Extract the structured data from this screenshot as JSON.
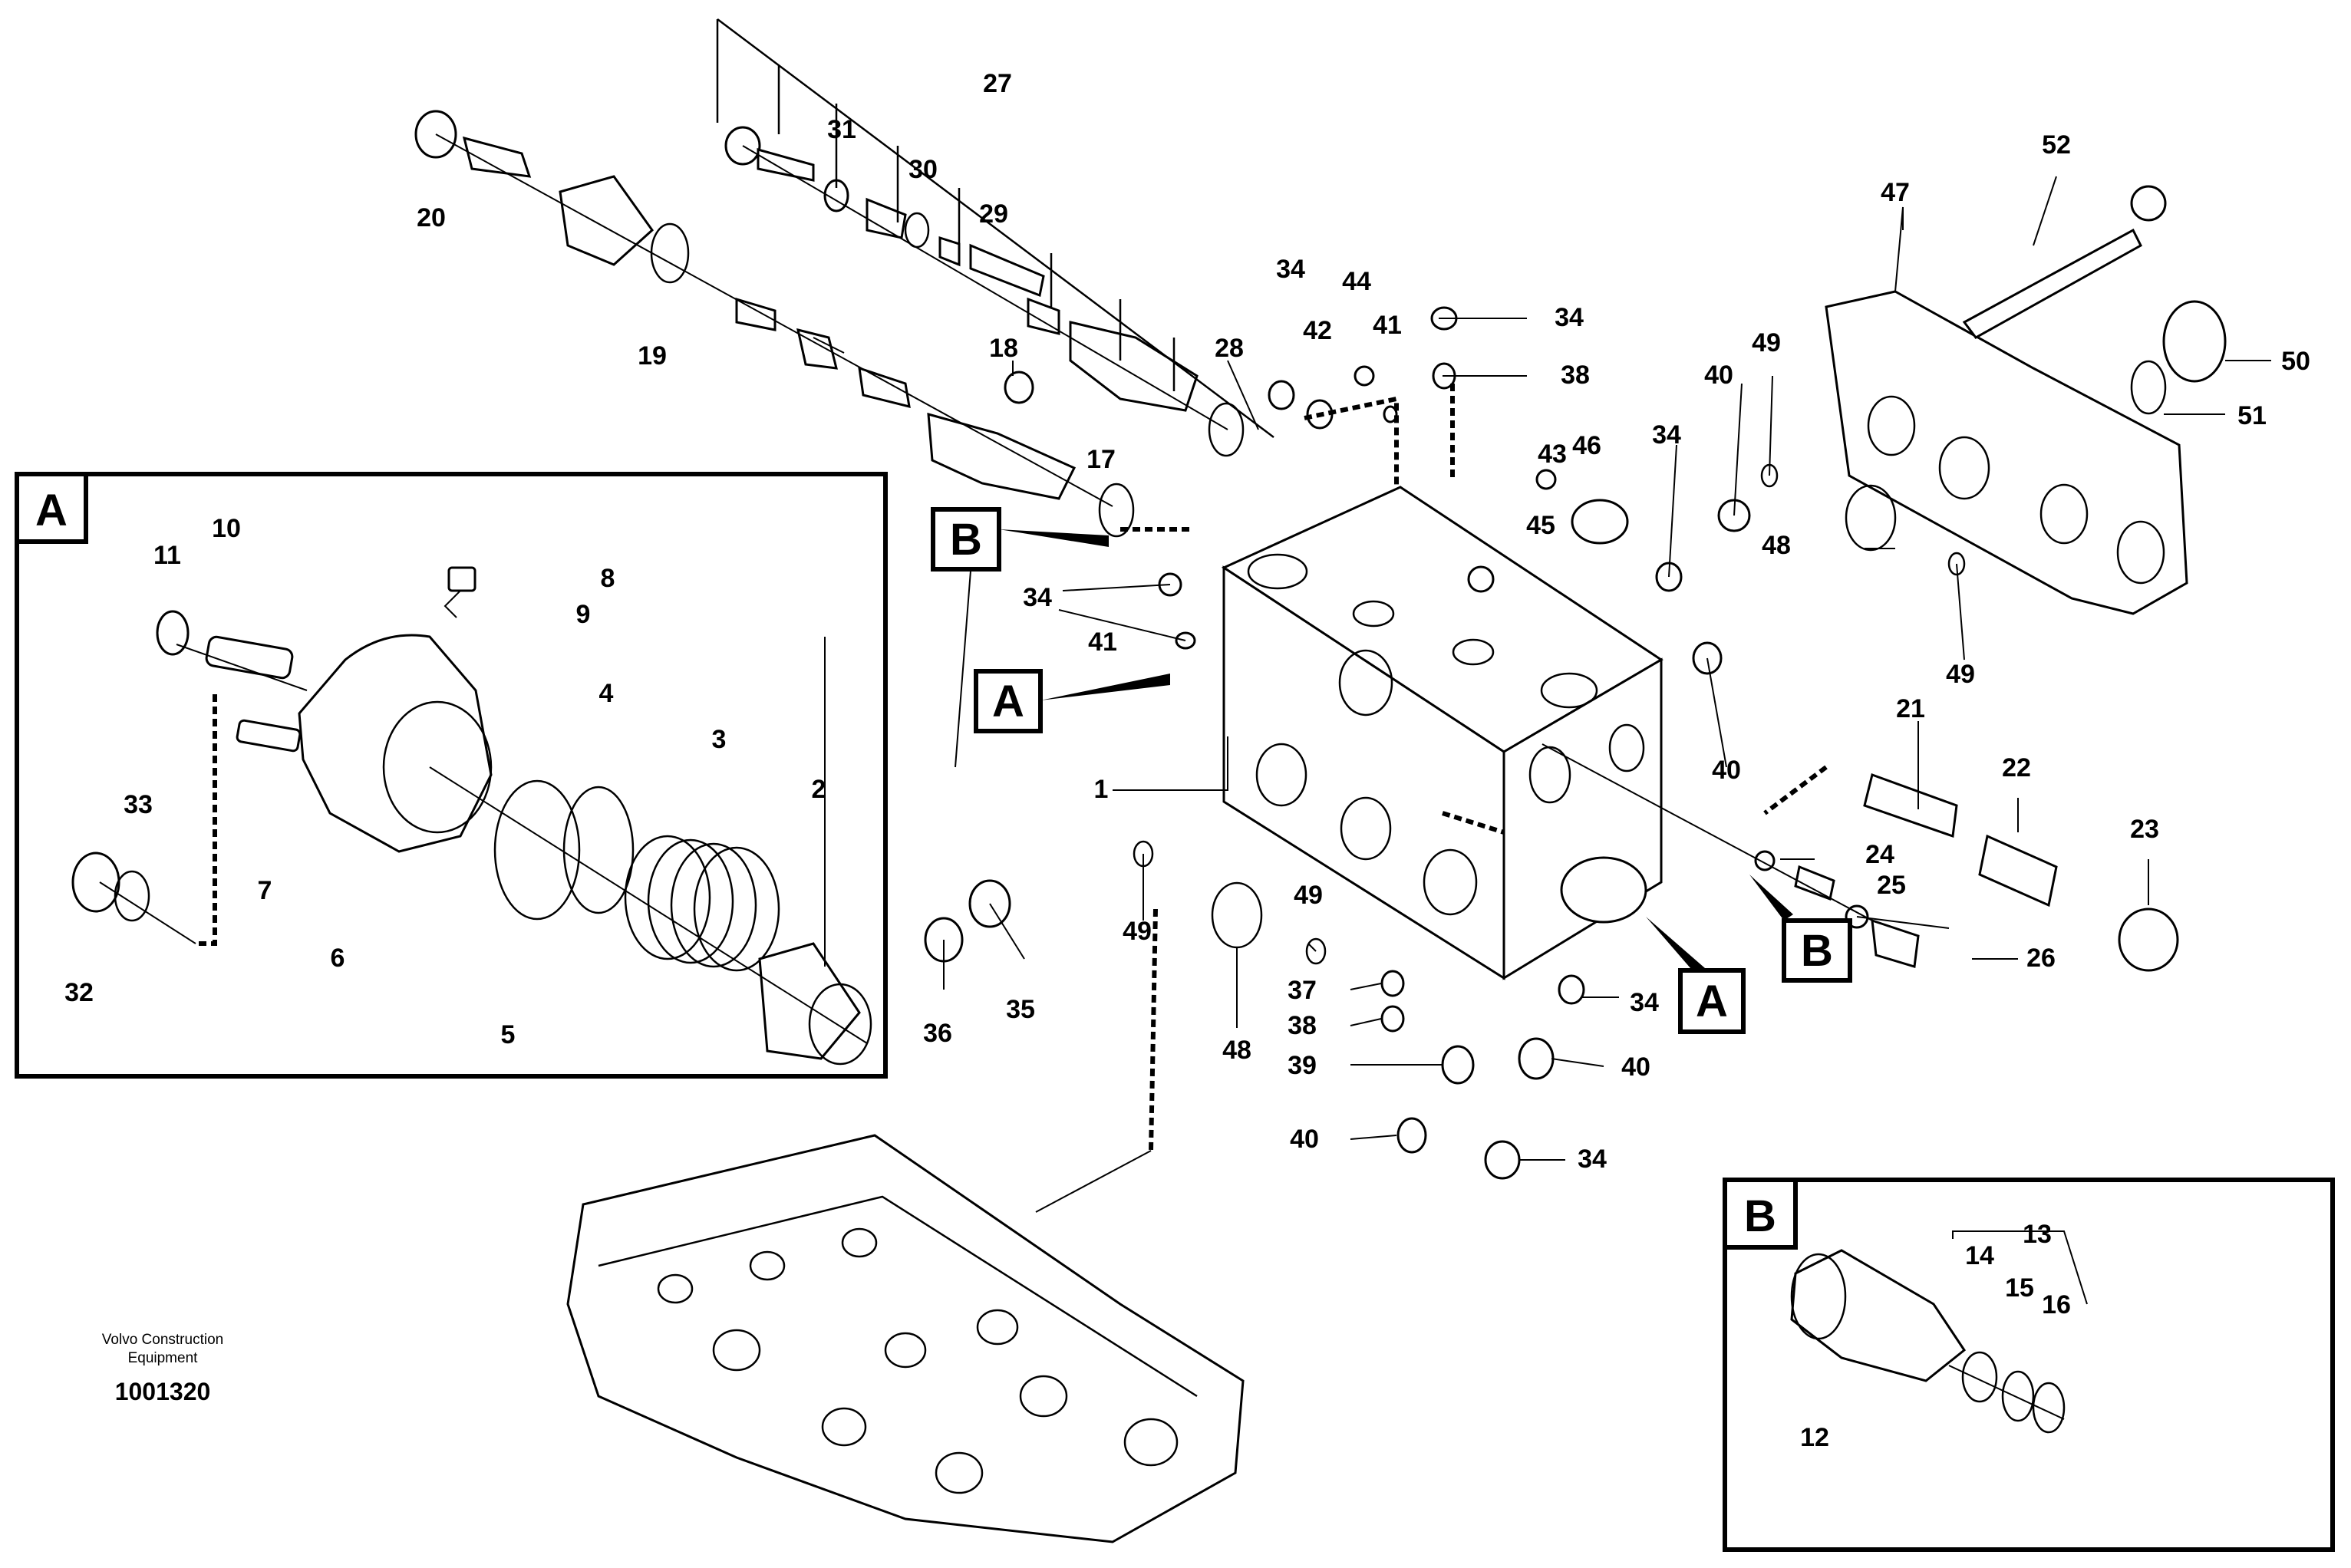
{
  "credit": {
    "line1": "Volvo Construction",
    "line2": "Equipment",
    "drawing_number": "1001320"
  },
  "detail_labels": {
    "a_frame": "A",
    "b_frame": "B",
    "a_tag_1": "A",
    "a_tag_2": "A",
    "b_tag_1": "B",
    "b_tag_2": "B"
  },
  "callouts": {
    "c1": "1",
    "c2": "2",
    "c3": "3",
    "c4": "4",
    "c5": "5",
    "c6": "6",
    "c7": "7",
    "c8": "8",
    "c9": "9",
    "c10": "10",
    "c11": "11",
    "c12": "12",
    "c13": "13",
    "c14": "14",
    "c15": "15",
    "c16": "16",
    "c17": "17",
    "c18": "18",
    "c19": "19",
    "c20": "20",
    "c21": "21",
    "c22": "22",
    "c23": "23",
    "c24": "24",
    "c25": "25",
    "c26": "26",
    "c27": "27",
    "c28": "28",
    "c29": "29",
    "c30": "30",
    "c31": "31",
    "c32": "32",
    "c33": "33",
    "c34a": "34",
    "c34b": "34",
    "c34c": "34",
    "c34d": "34",
    "c34e": "34",
    "c34f": "34",
    "c35": "35",
    "c36": "36",
    "c37": "37",
    "c38a": "38",
    "c38b": "38",
    "c39": "39",
    "c40a": "40",
    "c40b": "40",
    "c40c": "40",
    "c40d": "40",
    "c41a": "41",
    "c41b": "41",
    "c42": "42",
    "c43": "43",
    "c44": "44",
    "c45": "45",
    "c46": "46",
    "c47": "47",
    "c48a": "48",
    "c48b": "48",
    "c49a": "49",
    "c49b": "49",
    "c49c": "49",
    "c49d": "49",
    "c50": "50",
    "c51": "51",
    "c52": "52"
  }
}
